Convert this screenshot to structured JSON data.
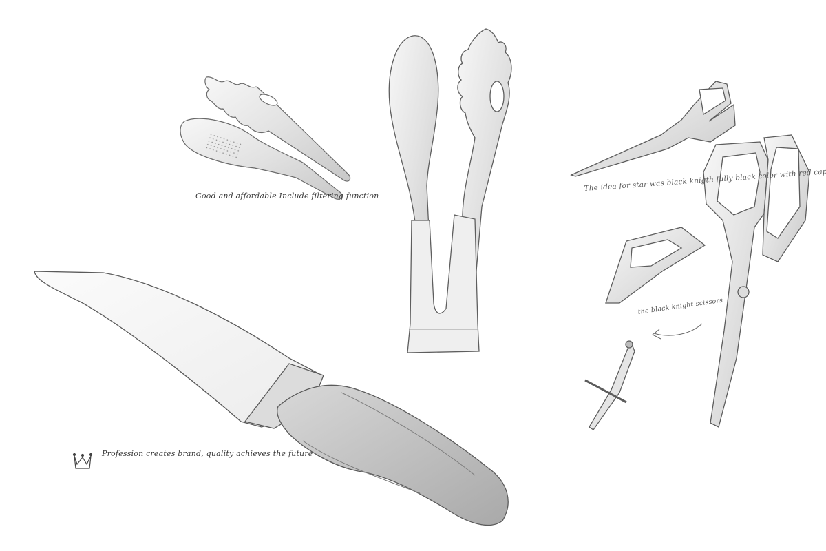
{
  "spoon_set": {
    "caption_line1": "Good and affordable",
    "caption_line2": "Include filtering function"
  },
  "scissors": {
    "note_line1": "The idea for star was black knigth",
    "note_line2": "fully black color with red cap",
    "note_label": "the black knight scissors"
  },
  "knife": {
    "slogan_line1": "Profession creates brand,",
    "slogan_line2": "quality achieves the future"
  },
  "icons": {
    "crown": "crown-icon"
  }
}
